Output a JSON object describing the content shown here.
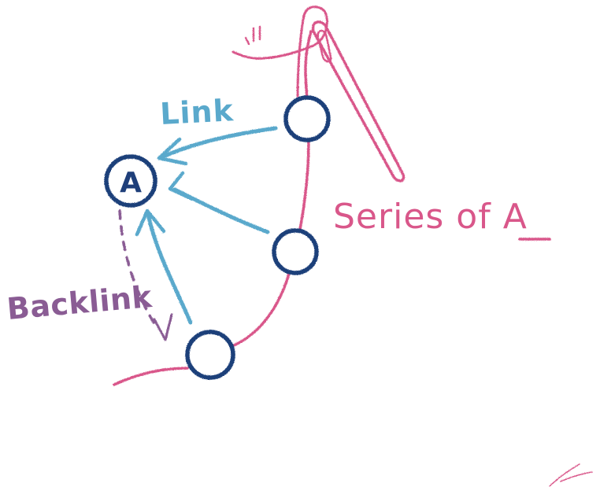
{
  "diagram": {
    "labels": {
      "link": "Link",
      "backlink": "Backlink",
      "series": "Series of ",
      "series_target": "A",
      "node_a": "A"
    },
    "colors": {
      "background": "#ffffff",
      "node_stroke": "#1f3f7a",
      "link_arrow": "#5aa9cc",
      "link_text": "#5aa9cc",
      "backlink": "#8a5c94",
      "thread": "#d9578a",
      "needle": "#d9578a",
      "signature": "#d9578a"
    },
    "icons": {
      "needle": "sewing-needle-icon",
      "signature": "artist-signature-mark"
    }
  }
}
